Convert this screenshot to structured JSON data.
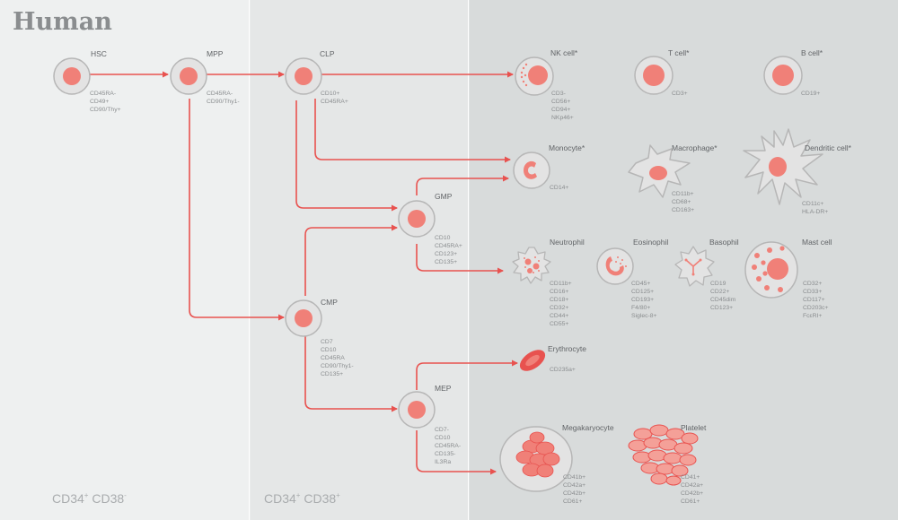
{
  "header": {
    "title": "Human"
  },
  "zones": [
    {
      "label": "CD34",
      "sup1": "+",
      "label2": " CD38",
      "sup2": "-"
    },
    {
      "label": "CD34",
      "sup1": "+",
      "label2": " CD38",
      "sup2": "+"
    }
  ],
  "colors": {
    "zone1": "#eef0f0",
    "zone2": "#e5e7e7",
    "zone3": "#d8dbdb",
    "arrow": "#e8524f",
    "nucleus": "#f08078",
    "cell_fill": "#e3e3e3",
    "cell_stroke": "#b6b6b6"
  },
  "cells": [
    {
      "id": "hsc",
      "name": "HSC",
      "markers": [
        "CD45RA-",
        "CD49+",
        "CD90/Thy+"
      ]
    },
    {
      "id": "mpp",
      "name": "MPP",
      "markers": [
        "CD45RA-",
        "CD90/Thy1-"
      ]
    },
    {
      "id": "clp",
      "name": "CLP",
      "markers": [
        "CD10+",
        "CD45RA+"
      ]
    },
    {
      "id": "cmp",
      "name": "CMP",
      "markers": [
        "CD7",
        "CD10",
        "CD45RA",
        "CD90/Thy1-",
        "CD135+"
      ]
    },
    {
      "id": "gmp",
      "name": "GMP",
      "markers": [
        "CD10",
        "CD45RA+",
        "CD123+",
        "CD135+"
      ]
    },
    {
      "id": "mep",
      "name": "MEP",
      "markers": [
        "CD7-",
        "CD10",
        "CD45RA-",
        "CD135-",
        "IL3Ra"
      ]
    },
    {
      "id": "nk",
      "name": "NK cell*",
      "markers": [
        "CD3-",
        "CD56+",
        "CD94+",
        "NKp46+"
      ]
    },
    {
      "id": "tcell",
      "name": "T cell*",
      "markers": [
        "CD3+"
      ]
    },
    {
      "id": "bcell",
      "name": "B cell*",
      "markers": [
        "CD19+"
      ]
    },
    {
      "id": "mono",
      "name": "Monocyte*",
      "markers": [
        "CD14+"
      ]
    },
    {
      "id": "macro",
      "name": "Macrophage*",
      "markers": [
        "CD11b+",
        "CD68+",
        "CD163+"
      ]
    },
    {
      "id": "dc",
      "name": "Dendritic cell*",
      "markers": [
        "CD11c+",
        "HLA-DR+"
      ]
    },
    {
      "id": "neut",
      "name": "Neutrophil",
      "markers": [
        "CD11b+",
        "CD16+",
        "CD18+",
        "CD32+",
        "CD44+",
        "CD55+"
      ]
    },
    {
      "id": "eos",
      "name": "Eosinophil",
      "markers": [
        "CD45+",
        "CD125+",
        "CD193+",
        "F4/80+",
        "Siglec-8+"
      ]
    },
    {
      "id": "baso",
      "name": "Basophil",
      "markers": [
        "CD19",
        "CD22+",
        "CD45dim",
        "CD123+"
      ]
    },
    {
      "id": "mast",
      "name": "Mast cell",
      "markers": [
        "CD32+",
        "CD33+",
        "CD117+",
        "CD203c+",
        "FcεRI+"
      ]
    },
    {
      "id": "ery",
      "name": "Erythrocyte",
      "markers": [
        "CD235a+"
      ]
    },
    {
      "id": "mk",
      "name": "Megakaryocyte",
      "markers": [
        "CD41b+",
        "CD42a+",
        "CD42b+",
        "CD61+"
      ]
    },
    {
      "id": "plt",
      "name": "Platelet",
      "markers": [
        "CD41+",
        "CD42a+",
        "CD42b+",
        "CD61+"
      ]
    }
  ]
}
